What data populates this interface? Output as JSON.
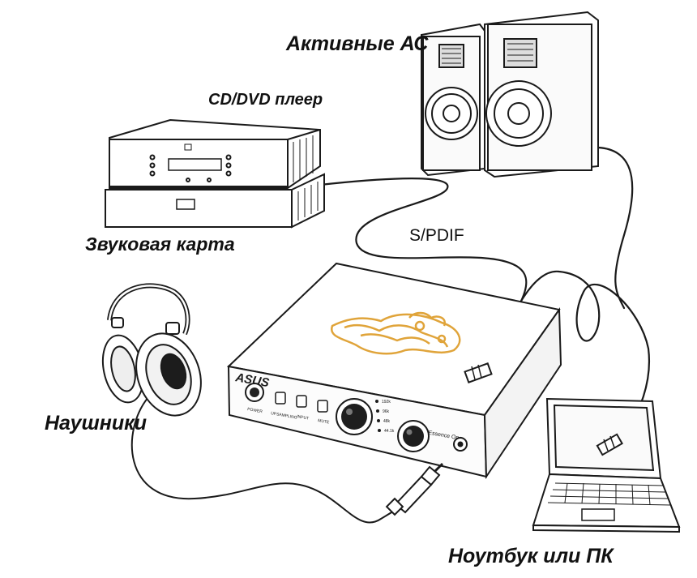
{
  "labels": {
    "speakers": "Активные АС",
    "player": "CD/DVD плеер",
    "sound_card": "Звуковая карта",
    "spdif": "S/PDIF",
    "headphones": "Наушники",
    "laptop": "Ноутбук или ПК"
  },
  "device": {
    "brand": "ASUS",
    "model": "Xonar Essence One",
    "controls": [
      "POWER",
      "UPSAMPLING",
      "INPUT",
      "MUTE"
    ],
    "indicators": [
      "192k",
      "96k",
      "48k",
      "44.1k"
    ]
  },
  "colors": {
    "line": "#1a1a1a",
    "logo": "#e0a43a"
  }
}
